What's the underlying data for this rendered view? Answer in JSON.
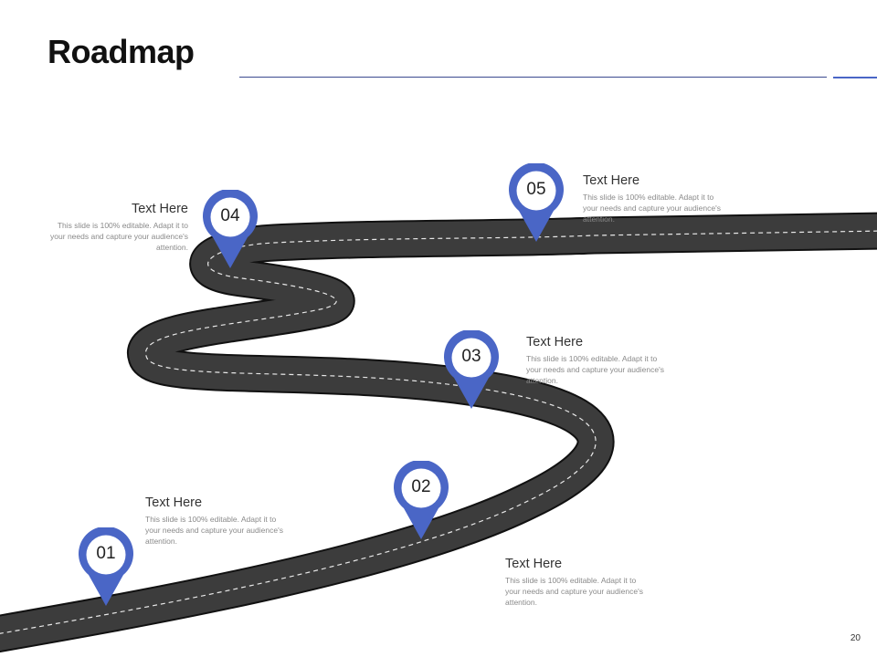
{
  "slide": {
    "title": "Roadmap",
    "page_number": "20",
    "accent_color": "#4a66c6",
    "road_color": "#3c3c3c"
  },
  "milestones": [
    {
      "number": "01",
      "heading": "Text Here",
      "body": "This slide is 100% editable. Adapt it to your needs and capture your audience's attention."
    },
    {
      "number": "02",
      "heading": "Text Here",
      "body": "This slide is 100% editable. Adapt it to your needs and capture your audience's attention."
    },
    {
      "number": "03",
      "heading": "Text Here",
      "body": "This slide is 100% editable. Adapt it to your needs and capture your audience's attention."
    },
    {
      "number": "04",
      "heading": "Text Here",
      "body": "This slide is 100% editable. Adapt it to your needs and capture your audience's attention."
    },
    {
      "number": "05",
      "heading": "Text Here",
      "body": "This slide is 100% editable. Adapt it to your needs and capture your audience's attention."
    }
  ]
}
